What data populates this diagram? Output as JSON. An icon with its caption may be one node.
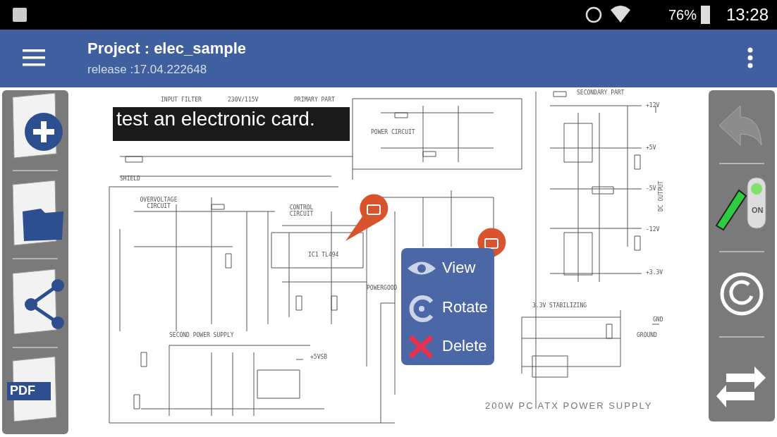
{
  "diagram": {
    "labels": [
      "76%",
      "13:28",
      "Project : elec_sample",
      "release :17.04.222648",
      "INPUT FILTER",
      "230V/115V",
      "PRIMARY PART",
      "test an electronic card.",
      "POWER CIRCUIT",
      "SECONDARY PART",
      "+12V",
      "+5V",
      "SHIELD",
      "-5V",
      "DC OUTPUT",
      "OVERVOLTAGE CIRCUIT",
      "CONTROL CIRCUIT",
      "-12V",
      "IC1 TL494",
      "View",
      "+3.3V",
      "POWERGOOD",
      "Rotate",
      "3.3V STABILIZING",
      "GND",
      "SECOND POWER SUPPLY",
      "GROUND",
      "Delete",
      "+5VSB",
      "PDF",
      "ON",
      "200W PC ATX POWER SUPPLY"
    ]
  }
}
